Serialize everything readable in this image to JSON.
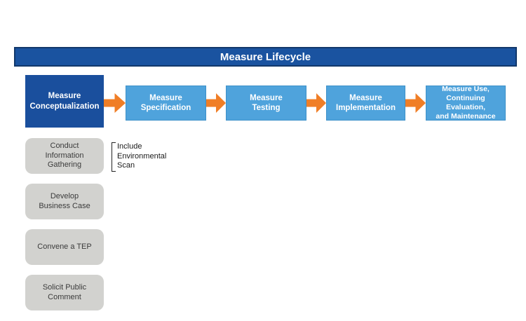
{
  "title": "Measure Lifecycle",
  "colors": {
    "header_blue": "#1A53A0",
    "header_border": "#12386B",
    "dark_box": "#1A4F9D",
    "light_box": "#4FA3DC",
    "light_box_border": "#3D91C9",
    "arrow_orange": "#F07E26",
    "gray_box": "#D2D2CF",
    "gray_text": "#3B3B3B"
  },
  "stages": [
    {
      "label": "Measure\nConceptualization"
    },
    {
      "label": "Measure\nSpecification"
    },
    {
      "label": "Measure\nTesting"
    },
    {
      "label": "Measure\nImplementation"
    },
    {
      "label": "Measure Use,\nContinuing Evaluation,\nand Maintenance"
    }
  ],
  "substeps": [
    {
      "label": "Conduct\nInformation\nGathering"
    },
    {
      "label": "Develop\nBusiness Case"
    },
    {
      "label": "Convene a TEP"
    },
    {
      "label": "Solicit Public\nComment"
    }
  ],
  "annotation": {
    "label": "Include\nEnvironmental\nScan"
  }
}
